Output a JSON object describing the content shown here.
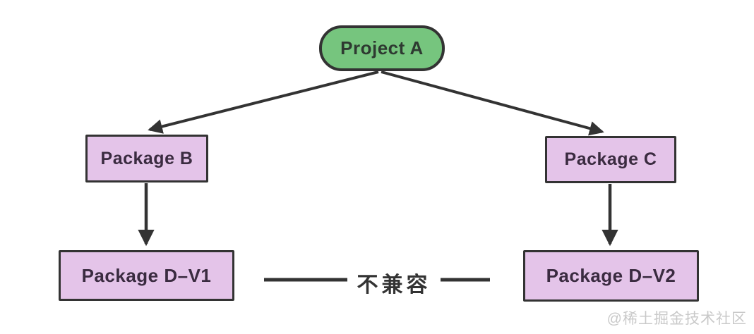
{
  "diagram": {
    "title": "dependency-conflict-diagram",
    "nodes": {
      "project_a": {
        "label": "Project A",
        "shape": "rounded-pill",
        "fill": "#76c57e"
      },
      "package_b": {
        "label": "Package B",
        "shape": "rectangle",
        "fill": "#e4c4e9"
      },
      "package_c": {
        "label": "Package C",
        "shape": "rectangle",
        "fill": "#e4c4e9"
      },
      "package_d_v1": {
        "label": "Package D–V1",
        "shape": "rectangle",
        "fill": "#e4c4e9"
      },
      "package_d_v2": {
        "label": "Package D–V2",
        "shape": "rectangle",
        "fill": "#e4c4e9"
      }
    },
    "edges": [
      {
        "from": "project_a",
        "to": "package_b",
        "style": "arrow"
      },
      {
        "from": "project_a",
        "to": "package_c",
        "style": "arrow"
      },
      {
        "from": "package_b",
        "to": "package_d_v1",
        "style": "arrow"
      },
      {
        "from": "package_c",
        "to": "package_d_v2",
        "style": "arrow"
      }
    ],
    "relation": {
      "between": [
        "package_d_v1",
        "package_d_v2"
      ],
      "label": "不兼容",
      "style": "plain-line"
    },
    "colors": {
      "stroke": "#333333",
      "project_fill": "#76c57e",
      "package_fill": "#e4c4e9",
      "background": "#ffffff"
    }
  },
  "watermark": {
    "text": "@稀土掘金技术社区"
  }
}
